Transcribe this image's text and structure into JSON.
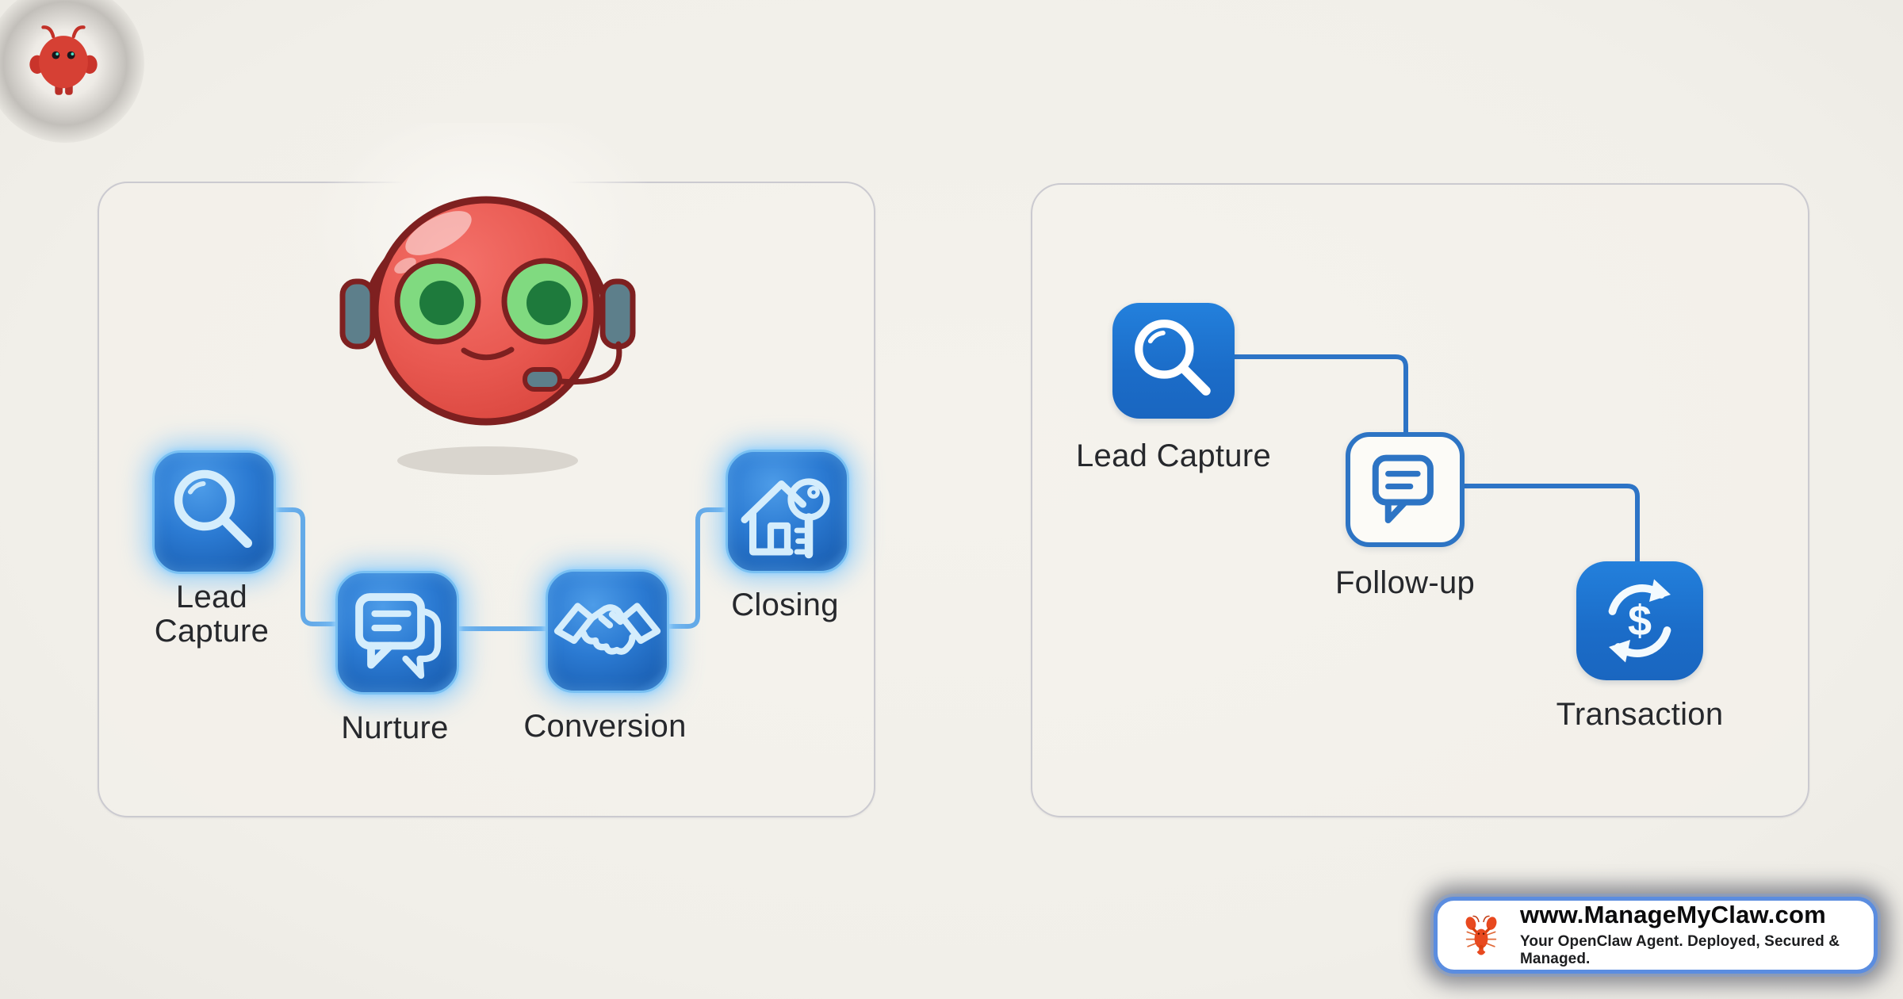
{
  "app": {
    "type": "marketing-illustration"
  },
  "logo": {
    "icon": "crab-mascot-icon"
  },
  "left_panel": {
    "mascot": "support-robot-with-headset",
    "steps": [
      {
        "label": "Lead Capture",
        "icon": "magnifier"
      },
      {
        "label": "Nurture",
        "icon": "chat-bubbles"
      },
      {
        "label": "Conversion",
        "icon": "handshake"
      },
      {
        "label": "Closing",
        "icon": "house-key"
      }
    ]
  },
  "right_panel": {
    "steps": [
      {
        "label": "Lead Capture",
        "icon": "magnifier"
      },
      {
        "label": "Follow-up",
        "icon": "chat-bubble"
      },
      {
        "label": "Transaction",
        "icon": "dollar-cycle"
      }
    ]
  },
  "badge": {
    "icon": "lobster",
    "url": "www.ManageMyClaw.com",
    "tagline": "Your OpenClaw Agent. Deployed, Secured & Managed."
  },
  "colors": {
    "background": "#f2f0ea",
    "panel_border": "#cbcad0",
    "accent_blue": "#1e74d0",
    "glow_blue": "#8fd0f8",
    "connector_left": "#63a9e8",
    "connector_right": "#2d74c6",
    "text": "#26282c",
    "mascot_red": "#d84338",
    "badge_border": "#5b8de0"
  }
}
